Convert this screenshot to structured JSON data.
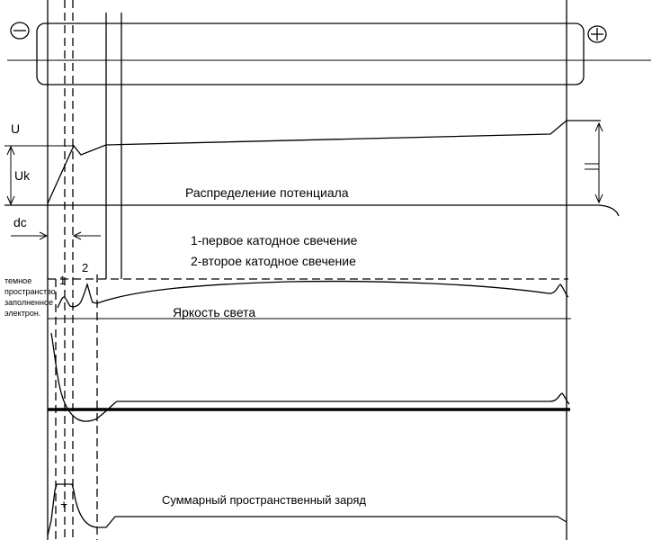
{
  "tube": {
    "cathode_symbol": "⊖",
    "anode_symbol": "⊕"
  },
  "labels": {
    "voltage": "U",
    "cathode_voltage": "Uk",
    "dark_space": "dc",
    "dark_space_note_1": "темное",
    "dark_space_note_2": "пространство",
    "dark_space_note_3": "заполненное",
    "dark_space_note_4": "электрон.",
    "potential_distribution": "Распределение потенциала",
    "glow_legend_1": "1-первое катодное свечение",
    "glow_legend_2": "2-второе катодное свечение",
    "glow_marker_1": "1",
    "glow_marker_2": "2",
    "brightness": "Яркость света",
    "space_charge": "Суммарный пространственный заряд",
    "plus_sign": "+"
  }
}
